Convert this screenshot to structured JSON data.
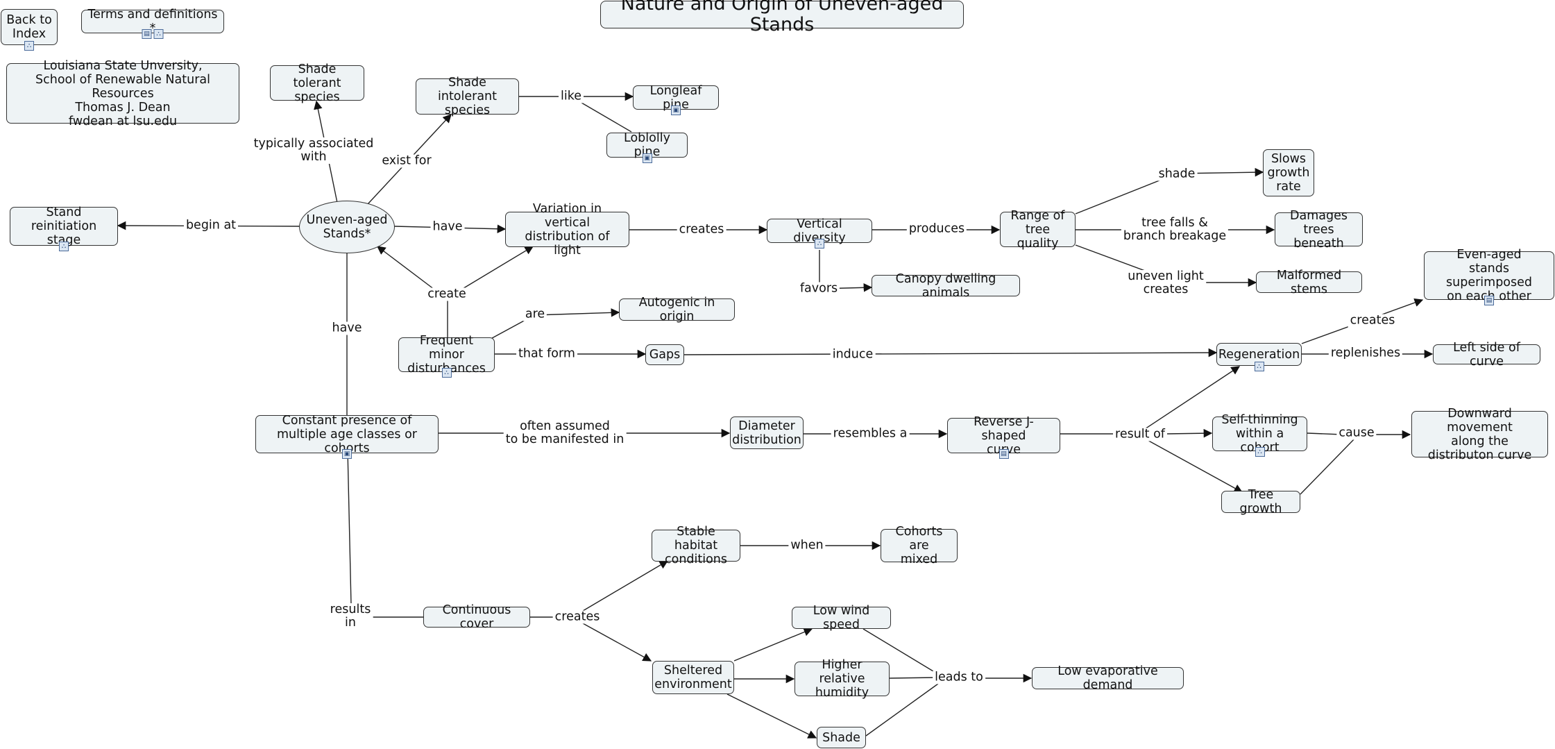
{
  "diagram": {
    "title": "Nature and Origin of Uneven-aged Stands",
    "back_to_index": "Back to\nIndex",
    "terms": "Terms and definitions *",
    "author_info": "Louisiana State Unversity,\nSchool of Renewable Natural Resources\nThomas J. Dean\nfwdean at lsu.edu",
    "nodes": {
      "uneven": "Uneven-aged\nStands*",
      "stand_reinit": "Stand reinitiation\nstage",
      "shade_tolerant": "Shade tolerant\nspecies",
      "shade_intolerant": "Shade intolerant\nspecies",
      "longleaf": "Longleaf pine",
      "loblolly": "Loblolly pine",
      "variation": "Variation in vertical\ndistribution of light",
      "vertical_div": "Vertical diversity",
      "range_quality": "Range of\ntree quality",
      "slows": "Slows\ngrowth\nrate",
      "damages": "Damages\ntrees beneath",
      "malformed": "Malformed stems",
      "canopy": "Canopy dwelling animals",
      "even_aged": "Even-aged\nstands superimposed\non each other",
      "autogenic": "Autogenic in origin",
      "frequent": "Frequent minor\ndisturbances",
      "gaps": "Gaps",
      "regeneration": "Regeneration",
      "left_side": "Left side of curve",
      "constant": "Constant presence of\nmultiple age classes or cohorts",
      "diameter": "Diameter\ndistribution",
      "reverse_j": "Reverse J-shaped\ncurve",
      "self_thinning": "Self-thinning\nwithin a cohort",
      "downward": "Downward movement\nalong the\ndistributon curve",
      "tree_growth": "Tree growth",
      "stable": "Stable habitat\nconditions",
      "cohorts_mixed": "Cohorts are\nmixed",
      "continuous": "Continuous cover",
      "low_wind": "Low wind speed",
      "sheltered": "Sheltered\nenvironment",
      "humidity": "Higher relative\nhumidity",
      "shade": "Shade",
      "low_evap": "Low evaporative demand"
    },
    "links": {
      "begin_at": "begin at",
      "typically": "typically associated\nwith",
      "exist_for": "exist for",
      "like": "like",
      "have1": "have",
      "creates1": "creates",
      "produces": "produces",
      "shade_lbl": "shade",
      "tree_falls": "tree falls &\nbranch breakage",
      "uneven_light": "uneven light\ncreates",
      "favors": "favors",
      "create": "create",
      "are": "are",
      "that_form": "that form",
      "induce": "induce",
      "creates2": "creates",
      "replenishes": "replenishes",
      "have2": "have",
      "often_assumed": "often assumed\nto be manifested in",
      "resembles": "resembles a",
      "result_of": "result of",
      "cause": "cause",
      "results_in": "results\nin",
      "when": "when",
      "creates3": "creates",
      "leads_to": "leads to"
    }
  },
  "colors": {
    "node_fill": "#eef3f5",
    "stroke": "#333333"
  }
}
